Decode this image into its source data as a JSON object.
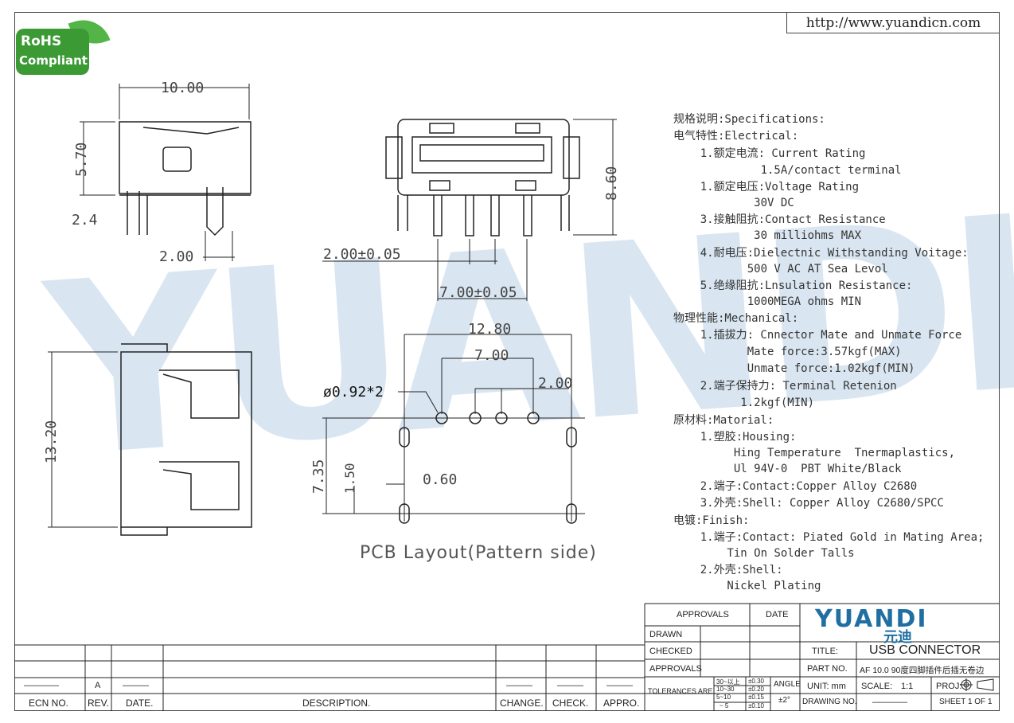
{
  "header": {
    "url": "http://www.yuandicn.com"
  },
  "logo": {
    "line1": "RoHS",
    "line2": "Compliant"
  },
  "watermark": "YUANDI",
  "dims": {
    "side_width": "10.00",
    "side_height": "5.70",
    "side_small": "2.4",
    "side_pitch": "2.00",
    "front_height": "8.60",
    "front_pitch": "2.00±0.05",
    "front_span": "7.00±0.05",
    "top_height": "13.20",
    "pcb_width": "12.80",
    "pcb_span": "7.00",
    "pcb_pitch": "2.00",
    "pcb_hole": "ø0.92*2",
    "pcb_depth": "7.35",
    "pcb_slot": "1.50",
    "pcb_slotw": "0.60"
  },
  "pcb_caption": "PCB Layout(Pattern side)",
  "specs": [
    "规格说明:Specifications:",
    "电气特性:Electrical:",
    "    1.额定电流: Current Rating",
    "             1.5A/contact terminal",
    "    1.额定电压:Voltage Rating",
    "            30V DC",
    "    3.接触阻抗:Contact Resistance",
    "            30 milliohms MAX",
    "    4.耐电压:Dielectnic Withstanding Voitage:",
    "           500 V AC AT Sea Levol",
    "    5.绝缘阻抗:Lnsulation Resistance:",
    "           1000MEGA ohms MIN",
    "物理性能:Mechanical:",
    "    1.插拔力: Cnnector Mate and Unmate Force",
    "           Mate force:3.57kgf(MAX)",
    "           Unmate force:1.02kgf(MIN)",
    "    2.端子保持力: Terminal Retenion",
    "          1.2kgf(MIN)",
    "原材料:Matorial:",
    "    1.塑胶:Housing:",
    "         Hing Temperature  Tnermaplastics,",
    "         Ul 94V-0  PBT White/Black",
    "    2.端子:Contact:Copper Alloy C2680",
    "    3.外壳:Shell: Copper Alloy C2680/SPCC",
    "电镀:Finish:",
    "    1.端子:Contact: Piated Gold in Mating Area;",
    "        Tin On Solder Talls",
    "    2.外壳:Shell:",
    "        Nickel Plating"
  ],
  "title_block": {
    "approvals": "APPROVALS",
    "date": "DATE",
    "drawn": "DRAWN",
    "checked": "CHECKED",
    "approvals2": "APPROVALS",
    "brand": "YUANDI",
    "brand_cn": "元迪",
    "title_label": "TITLE:",
    "title": "USB CONNECTOR",
    "part_label": "PART NO.",
    "part_no": "AF 10.0 90度四脚插件后插无卷边",
    "tol_label": "TOLERANCES ARE",
    "tol_ranges": [
      "30~以上",
      "10~30",
      "5~10",
      "~ 5"
    ],
    "tol_values": [
      "±0.30",
      "±0.20",
      "±0.15",
      "±0.10"
    ],
    "angle_label": "ANGLE",
    "angle": "±2°",
    "unit": "UNIT: mm",
    "scale_label": "SCALE:",
    "scale": "1:1",
    "proj": "PROJ:",
    "drawing_label": "DRAWING NO.",
    "drawing_no": "————",
    "sheet": "SHEET  1  OF  1"
  },
  "revision": {
    "cols": [
      "ECN NO.",
      "REV.",
      "DATE.",
      "DESCRIPTION.",
      "CHANGE.",
      "CHECK.",
      "APPRO."
    ],
    "row": [
      "————",
      "A",
      "———",
      "",
      "———",
      "———",
      "———"
    ]
  }
}
